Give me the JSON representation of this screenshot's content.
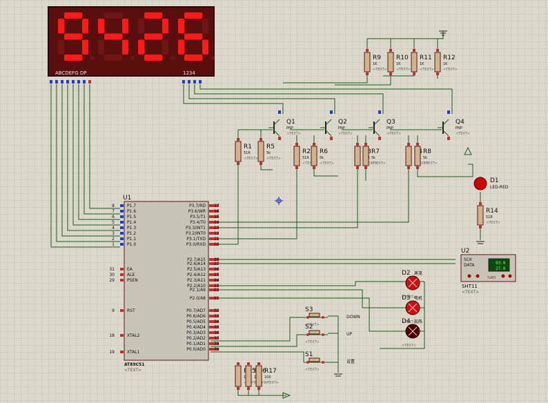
{
  "display": {
    "digits": "9426",
    "segment_label": "ABCDEFG DP",
    "digit_label": "1234"
  },
  "colors": {
    "background": "#dcd8cc",
    "grid": "#c9c5b8",
    "wire": "#1a5c1a",
    "body": "#c8c4b8",
    "resistor": "#d2b48c",
    "seg_on": "#ff1a1a",
    "led": "#cc0000"
  },
  "mcu": {
    "ref": "U1",
    "part": "AT89C51",
    "text": "<TEXT>",
    "left_pins": [
      {
        "num": "8",
        "name": "P1.7"
      },
      {
        "num": "7",
        "name": "P1.6"
      },
      {
        "num": "6",
        "name": "P1.5"
      },
      {
        "num": "5",
        "name": "P1.4"
      },
      {
        "num": "4",
        "name": "P1.3"
      },
      {
        "num": "3",
        "name": "P1.2"
      },
      {
        "num": "2",
        "name": "P1.1"
      },
      {
        "num": "1",
        "name": "P1.0"
      },
      {
        "num": "31",
        "name": "EA"
      },
      {
        "num": "30",
        "name": "ALE"
      },
      {
        "num": "29",
        "name": "PSEN"
      },
      {
        "num": "9",
        "name": "RST"
      },
      {
        "num": "18",
        "name": "XTAL2"
      },
      {
        "num": "19",
        "name": "XTAL1"
      }
    ],
    "right_pins": [
      {
        "num": "17",
        "name": "P3.7/RD"
      },
      {
        "num": "16",
        "name": "P3.6/WR"
      },
      {
        "num": "15",
        "name": "P3.5/T1"
      },
      {
        "num": "14",
        "name": "P3.4/T0"
      },
      {
        "num": "13",
        "name": "P3.3/INT1"
      },
      {
        "num": "12",
        "name": "P3.2/INT0"
      },
      {
        "num": "11",
        "name": "P3.1/TXD"
      },
      {
        "num": "10",
        "name": "P3.0/RXD"
      },
      {
        "num": "28",
        "name": "P2.7/A15"
      },
      {
        "num": "27",
        "name": "P2.6/A14"
      },
      {
        "num": "26",
        "name": "P2.5/A13"
      },
      {
        "num": "25",
        "name": "P2.4/A12"
      },
      {
        "num": "24",
        "name": "P2.3/A11"
      },
      {
        "num": "23",
        "name": "P2.2/A10"
      },
      {
        "num": "22",
        "name": "P2.1/A9"
      },
      {
        "num": "21",
        "name": "P2.0/A8"
      },
      {
        "num": "32",
        "name": "P0.7/AD7"
      },
      {
        "num": "33",
        "name": "P0.6/AD6"
      },
      {
        "num": "34",
        "name": "P0.5/AD5"
      },
      {
        "num": "35",
        "name": "P0.4/AD4"
      },
      {
        "num": "36",
        "name": "P0.3/AD3"
      },
      {
        "num": "37",
        "name": "P0.2/AD2"
      },
      {
        "num": "38",
        "name": "P0.1/AD1"
      },
      {
        "num": "39",
        "name": "P0.0/AD0"
      }
    ]
  },
  "transistors": [
    {
      "ref": "Q1",
      "type": "PNP"
    },
    {
      "ref": "Q2",
      "type": "PNP"
    },
    {
      "ref": "Q3",
      "type": "PNP"
    },
    {
      "ref": "Q4",
      "type": "PNP"
    }
  ],
  "resistors": [
    {
      "ref": "R9",
      "value": "1K"
    },
    {
      "ref": "R10",
      "value": "1K"
    },
    {
      "ref": "R11",
      "value": "1K"
    },
    {
      "ref": "R12",
      "value": "1K"
    },
    {
      "ref": "R1",
      "value": "51R"
    },
    {
      "ref": "R5",
      "value": "5k"
    },
    {
      "ref": "R2",
      "value": "51R"
    },
    {
      "ref": "R6",
      "value": "5k"
    },
    {
      "ref": "R3",
      "value": "51R"
    },
    {
      "ref": "R7",
      "value": "5k"
    },
    {
      "ref": "R4",
      "value": "51R"
    },
    {
      "ref": "R8",
      "value": "5k"
    },
    {
      "ref": "R14",
      "value": "51R"
    },
    {
      "ref": "R15",
      "value": "100"
    },
    {
      "ref": "R16",
      "value": "100"
    },
    {
      "ref": "R17",
      "value": "100"
    }
  ],
  "text_placeholder": "<TEXT>",
  "led": {
    "ref": "D1",
    "part": "LED-RED"
  },
  "sensor": {
    "ref": "U2",
    "part": "SHT11",
    "sck": "SCK",
    "data": "DATA",
    "temp": "93.0",
    "hum": "27.0",
    "lcd_tag": "%RH"
  },
  "lamps": [
    {
      "ref": "D2",
      "label": "蒸笼"
    },
    {
      "ref": "D3",
      "label": "电机"
    },
    {
      "ref": "D4",
      "label": "加热"
    }
  ],
  "switches": [
    {
      "ref": "S3",
      "label": "DOWN"
    },
    {
      "ref": "S2",
      "label": "UP"
    },
    {
      "ref": "S1",
      "label": "设置"
    }
  ]
}
